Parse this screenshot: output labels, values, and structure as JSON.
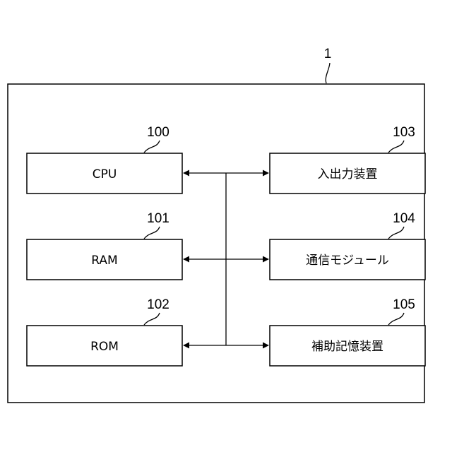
{
  "system": {
    "ref": "1"
  },
  "blocks": [
    {
      "key": "cpu",
      "label": "CPU",
      "ref": "100"
    },
    {
      "key": "ram",
      "label": "RAM",
      "ref": "101"
    },
    {
      "key": "rom",
      "label": "ROM",
      "ref": "102"
    },
    {
      "key": "io",
      "label": "入出力装置",
      "ref": "103"
    },
    {
      "key": "comm",
      "label": "通信モジュール",
      "ref": "104"
    },
    {
      "key": "aux",
      "label": "補助記憶装置",
      "ref": "105"
    }
  ]
}
